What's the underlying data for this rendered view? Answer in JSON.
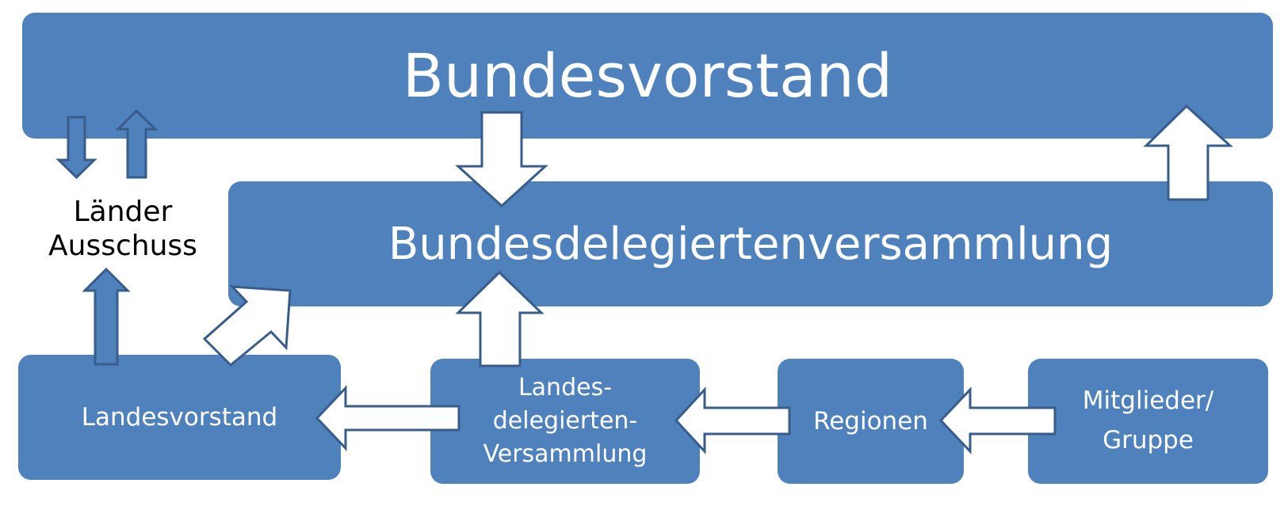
{
  "nodes": {
    "bundesvorstand": "Bundesvorstand",
    "bundesdelegiertenversammlung": "Bundesdelegiertenversammlung",
    "laender_ausschuss": [
      "Länder",
      "Ausschuss"
    ],
    "landesvorstand": "Landesvorstand",
    "landesdelegiertenversammlung": [
      "Landes-",
      "delegierten-",
      "Versammlung"
    ],
    "regionen": "Regionen",
    "mitglieder_gruppe": [
      "Mitglieder/",
      "Gruppe"
    ]
  },
  "colors": {
    "box_fill": "#4f81bd",
    "arrow_outline": "#385d8a",
    "box_text": "#ffffff",
    "label_text": "#000000"
  }
}
